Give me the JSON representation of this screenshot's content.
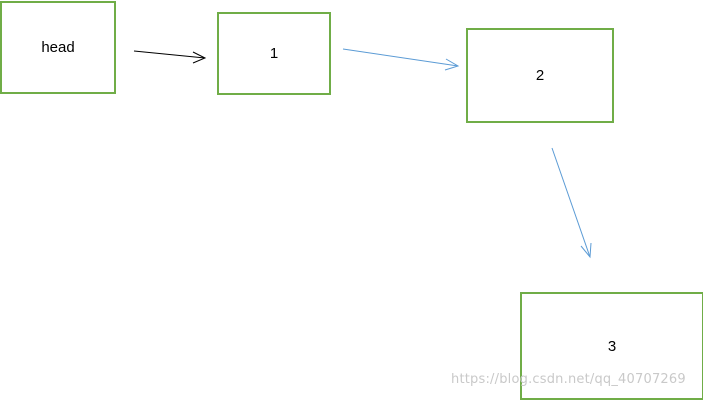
{
  "diagram": {
    "nodes": [
      {
        "id": "head",
        "label": "head"
      },
      {
        "id": "n1",
        "label": "1"
      },
      {
        "id": "n2",
        "label": "2"
      },
      {
        "id": "n3",
        "label": "3"
      }
    ],
    "edges": [
      {
        "from": "head",
        "to": "n1",
        "color": "#000000"
      },
      {
        "from": "n1",
        "to": "n2",
        "color": "#5b9bd5"
      },
      {
        "from": "n2",
        "to": "n3",
        "color": "#5b9bd5"
      }
    ],
    "node_border_color": "#70ad47"
  },
  "watermark": {
    "text": "https://blog.csdn.net/qq_40707269"
  }
}
